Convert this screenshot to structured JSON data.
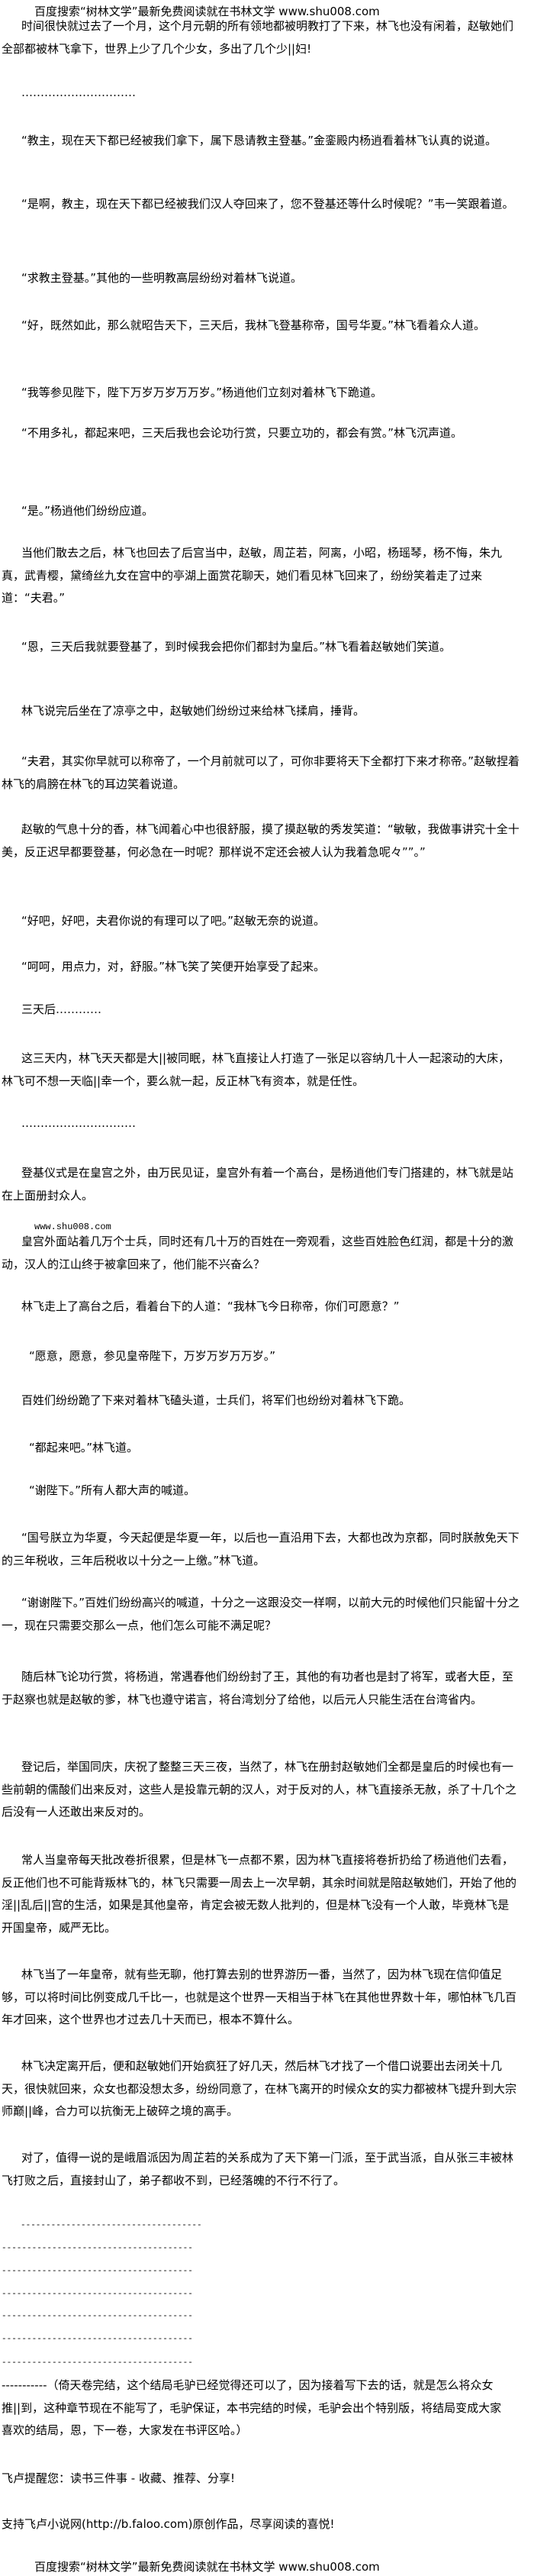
{
  "header": "百度搜索“树林文学”最新免费阅读就在书林文学 www.shu008.com",
  "paragraphs": [
    "时间很快就过去了一个月，这个月元朝的所有领地都被明教打了下来，林飞也没有闲着，赵敏她们全部都被林飞拿下，世界上少了几个少女，多出了几个少||妇!",
    "…………………………",
    "“教主，现在天下都已经被我们拿下，属下恳请教主登基。”金銮殿内杨逍看着林飞认真的说道。",
    "“是啊，教主，现在天下都已经被我们汉人夺回来了，您不登基还等什么时候呢？”韦一笑跟着道。",
    "“求教主登基。”其他的一些明教高层纷纷对着林飞说道。",
    "“好，既然如此，那么就昭告天下，三天后，我林飞登基称帝，国号华夏。”林飞看着众人道。",
    "“我等参见陛下，陛下万岁万岁万万岁。”杨逍他们立刻对着林飞下跪道。",
    "“不用多礼，都起来吧，三天后我也会论功行赏，只要立功的，都会有赏。”林飞沉声道。",
    "“是。”杨逍他们纷纷应道。",
    "当他们散去之后，林飞也回去了后宫当中，赵敏，周芷若，阿离，小昭，杨瑶琴，杨不悔，朱九真，武青樱，黛绮丝九女在宫中的亭湖上面赏花聊天，她们看见林飞回来了，纷纷笑着走了过来道：“夫君。”",
    "“恩，三天后我就要登基了，到时候我会把你们都封为皇后。”林飞看着赵敏她们笑道。",
    "林飞说完后坐在了凉亭之中，赵敏她们纷纷过来给林飞揉肩，捶背。",
    "“夫君，其实你早就可以称帝了，一个月前就可以了，可你非要将天下全都打下来才称帝。”赵敏捏着林飞的肩膀在林飞的耳边笑着说道。",
    "赵敏的气息十分的香，林飞闻着心中也很舒服，摸了摸赵敏的秀发笑道：“敏敏，我做事讲究十全十美，反正迟早都要登基，何必急在一时呢？那样说不定还会被人认为我着急呢々””。”",
    "“好吧，好吧，夫君你说的有理可以了吧。”赵敏无奈的说道。",
    "“呵呵，用点力，对，舒服。”林飞笑了笑便开始享受了起来。",
    "三天后…………",
    "这三天内，林飞天天都是大||被同眠，林飞直接让人打造了一张足以容纳几十人一起滚动的大床，林飞可不想一天临||幸一个，要么就一起，反正林飞有资本，就是任性。",
    "…………………………",
    "登基仪式是在皇宫之外，由万民见证，皇宫外有着一个高台，是杨逍他们专门搭建的，林飞就是站在上面册封众人。",
    "www.shu008.com",
    "皇宫外面站着几万个士兵，同时还有几十万的百姓在一旁观看，这些百姓脸色红润，都是十分的激动，汉人的江山终于被拿回来了，他们能不兴奋么？",
    "林飞走上了高台之后，看着台下的人道：“我林飞今日称帝，你们可愿意？”",
    "“愿意，愿意，参见皇帝陛下，万岁万岁万万岁。”",
    "百姓们纷纷跪了下来对着林飞磕头道，士兵们，将军们也纷纷对着林飞下跪。",
    "“都起来吧。”林飞道。",
    "“谢陛下。”所有人都大声的喊道。",
    "“国号朕立为华夏，今天起便是华夏一年，以后也一直沿用下去，大都也改为京都，同时朕赦免天下的三年税收，三年后税收以十分之一上缴。”林飞道。",
    "“谢谢陛下。”百姓们纷纷高兴的喊道，十分之一这跟没交一样啊，以前大元的时候他们只能留十分之一，现在只需要交那么一点，他们怎么可能不满足呢？",
    "随后林飞论功行赏，将杨逍，常遇春他们纷纷封了王，其他的有功者也是封了将军，或者大臣，至于赵察也就是赵敏的爹，林飞也遵守诺言，将台湾划分了给他，以后元人只能生活在台湾省内。",
    "登记后，举国同庆，庆祝了整整三天三夜，当然了，林飞在册封赵敏她们全都是皇后的时候也有一些前朝的儒酸们出来反对，这些人是投靠元朝的汉人，对于反对的人，林飞直接杀无赦，杀了十几个之后没有一人还敢出来反对的。",
    "常人当皇帝每天批改卷折很累，但是林飞一点都不累，因为林飞直接将卷折扔给了杨逍他们去看，反正他们也不可能背叛林飞的，林飞只需要一周去上一次早朝，其余时间就是陪赵敏她们，开始了他的淫||乱后||宫的生活，如果是其他皇帝，肯定会被无数人批判的，但是林飞没有一个人敢，毕竟林飞是开国皇帝，威严无比。",
    "林飞当了一年皇帝，就有些无聊，他打算去别的世界游历一番，当然了，因为林飞现在信仰值足够，可以将时间比例变成几千比一，也就是这个世界一天相当于林飞在其他世界数十年，哪怕林飞几百年才回来，这个世界也才过去几十天而已，根本不算什么。",
    "林飞决定离开后，便和赵敏她们开始疯狂了好几天，然后林飞才找了一个借口说要出去闭关十几天，很快就回来，众女也都没想太多，纷纷同意了，在林飞离开的时候众女的实力都被林飞提升到大宗师巅||峰，合力可以抗衡无上破碎之境的高手。",
    "对了，值得一说的是峨眉派因为周芷若的关系成为了天下第一门派，至于武当派，自从张三丰被林飞打败之后，直接封山了，弟子都收不到，已经落魄的不行不行了。"
  ],
  "dashes": [
    "------------------------------------",
    "--------------------------------------",
    "--------------------------------------",
    "--------------------------------------",
    "--------------------------------------",
    "--------------------------------------",
    "--------------------------------------"
  ],
  "author_note": "-----------（倚天卷完结，这个结局毛驴已经觉得还可以了，因为接着写下去的话，就是怎么将众女推||到，这种章节现在不能写了，毛驴保证，本书完结的时候，毛驴会出个特别版，将结局变成大家喜欢的结局，恩，下一卷，大家发在书评区哈。）",
  "reminder": "飞卢提醒您：读书三件事 - 收藏、推荐、分享!",
  "support": "支持飞卢小说网(http://b.faloo.com)原创作品，尽享阅读的喜悦!",
  "footer": "百度搜索“树林文学”最新免费阅读就在书林文学 www.shu008.com"
}
